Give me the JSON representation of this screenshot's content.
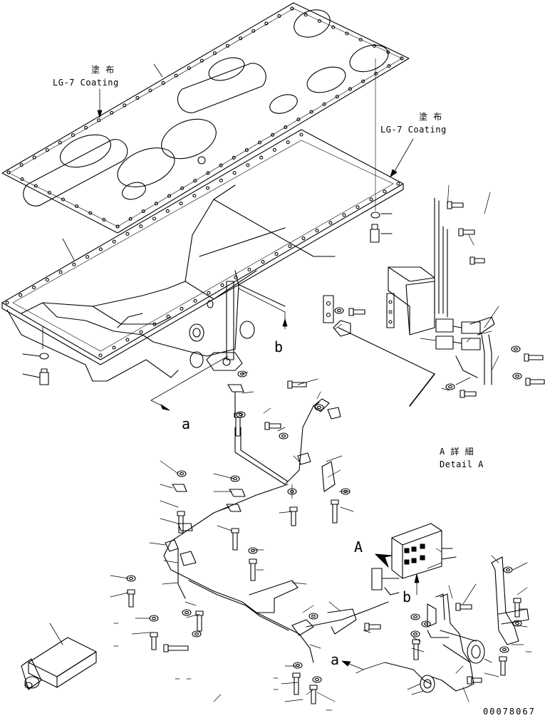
{
  "labels": {
    "coating_left_jp": "塗 布",
    "coating_left_en": "LG-7 Coating",
    "coating_right_jp": "塗 布",
    "coating_right_en": "LG-7 Coating",
    "view_a_upper": "a",
    "view_b_upper": "b",
    "detail_jp": "A 詳 細",
    "detail_en": "Detail A",
    "arrow_A": "A",
    "view_b_lower": "b",
    "view_a_lower": "a",
    "drawing_number": "00078067"
  }
}
